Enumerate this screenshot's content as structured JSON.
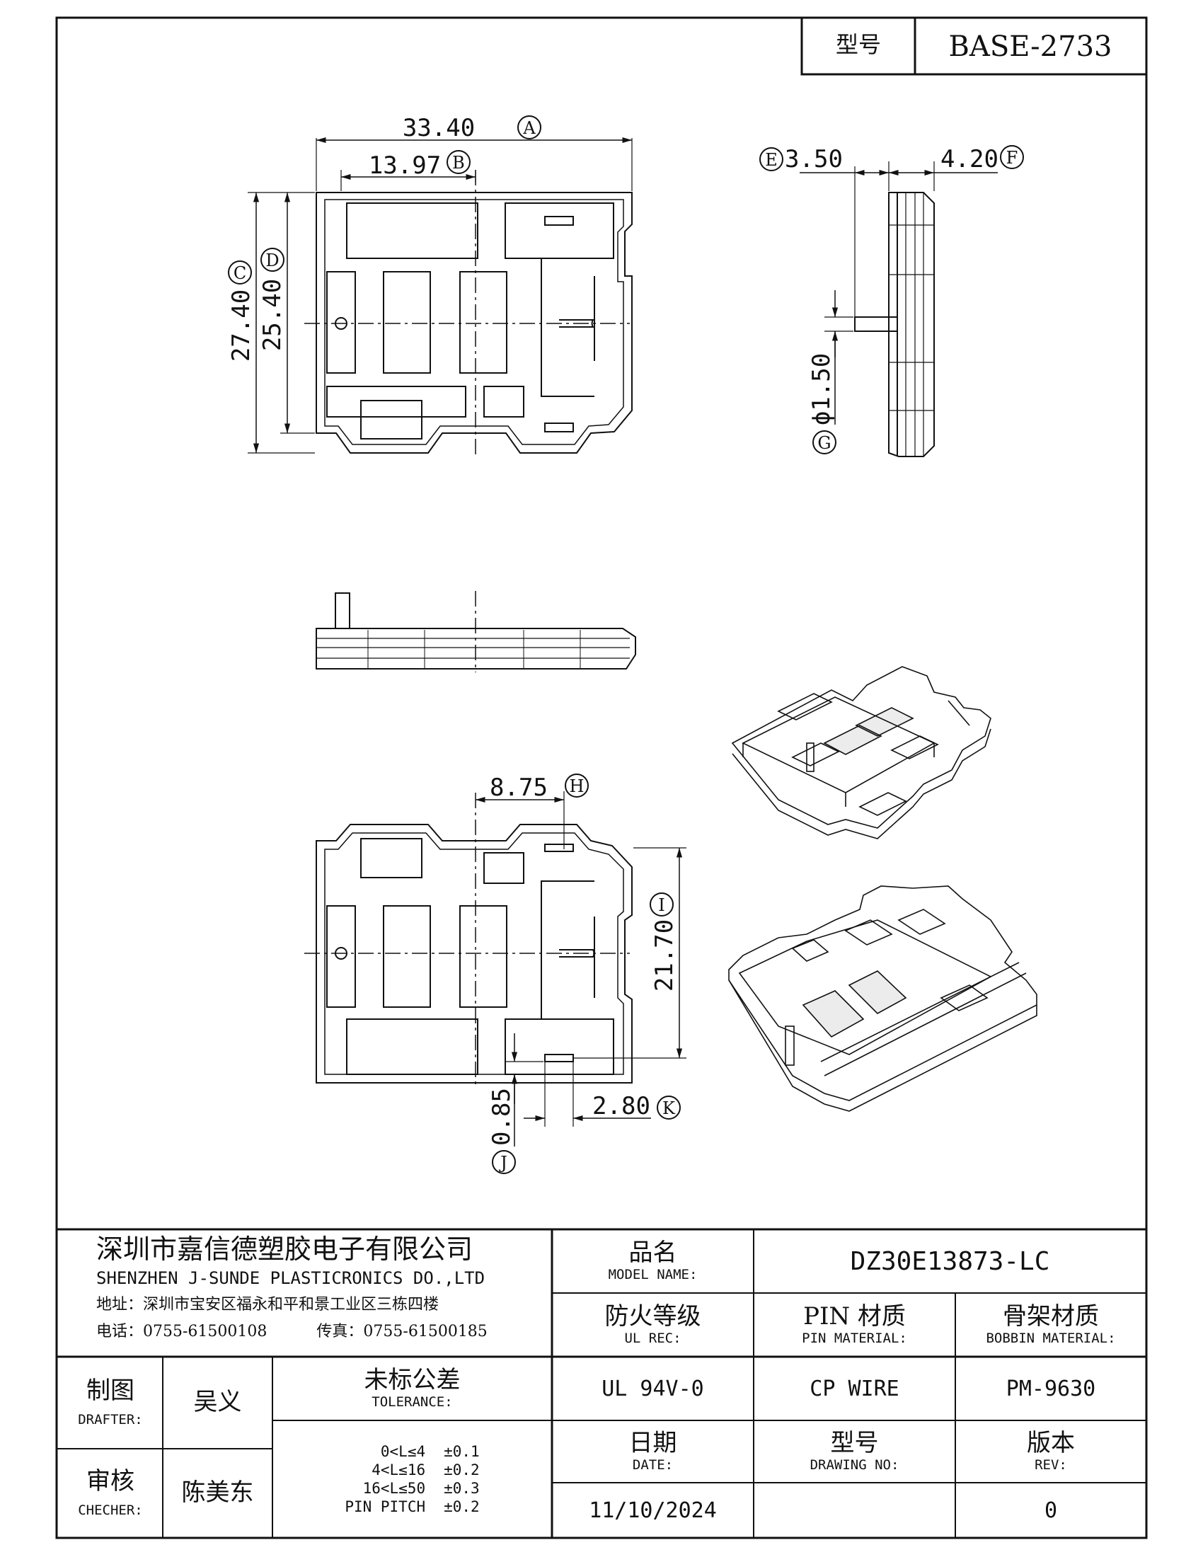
{
  "header": {
    "type_label": "型号",
    "type_value": "BASE-2733"
  },
  "dimensions": {
    "a": "33.40",
    "a_tag": "A",
    "b": "13.97",
    "b_tag": "B",
    "c": "27.40",
    "c_tag": "C",
    "d": "25.40",
    "d_tag": "D",
    "e": "3.50",
    "e_tag": "E",
    "f": "4.20",
    "f_tag": "F",
    "g": "ϕ1.50",
    "g_tag": "G",
    "h": "8.75",
    "h_tag": "H",
    "i": "21.70",
    "i_tag": "I",
    "j": "0.85",
    "j_tag": "J",
    "k": "2.80",
    "k_tag": "K"
  },
  "company": {
    "name_cn": "深圳市嘉信德塑胶电子有限公司",
    "name_en": "SHENZHEN J-SUNDE PLASTICRONICS DO.,LTD",
    "address": "地址：深圳市宝安区福永和平和景工业区三栋四楼",
    "phone": "电话：0755-61500108",
    "fax": "传真：0755-61500185"
  },
  "model": {
    "label_cn": "品名",
    "label_en": "MODEL NAME:",
    "value": "DZ30E13873-LC"
  },
  "ul": {
    "label_cn": "防火等级",
    "label_en": "UL REC:",
    "value": "UL 94V-0"
  },
  "pin": {
    "label_cn": "PIN 材质",
    "label_en": "PIN MATERIAL:",
    "value": "CP WIRE"
  },
  "bobbin": {
    "label_cn": "骨架材质",
    "label_en": "BOBBIN MATERIAL:",
    "value": "PM-9630"
  },
  "drafter": {
    "label_cn": "制图",
    "label_en": "DRAFTER:",
    "value": "吴义"
  },
  "checker": {
    "label_cn": "审核",
    "label_en": "CHECHER:",
    "value": "陈美东"
  },
  "tolerance": {
    "label_cn": "未标公差",
    "label_en": "TOLERANCE:",
    "rows": [
      {
        "range": "0<L≤4",
        "tol": "±0.1"
      },
      {
        "range": "4<L≤16",
        "tol": "±0.2"
      },
      {
        "range": "16<L≤50",
        "tol": "±0.3"
      },
      {
        "range": "PIN PITCH",
        "tol": "±0.2"
      }
    ]
  },
  "date": {
    "label_cn": "日期",
    "label_en": "DATE:",
    "value": "11/10/2024"
  },
  "drawing_no": {
    "label_cn": "型号",
    "label_en": "DRAWING NO:",
    "value": ""
  },
  "rev": {
    "label_cn": "版本",
    "label_en": "REV:",
    "value": "0"
  }
}
